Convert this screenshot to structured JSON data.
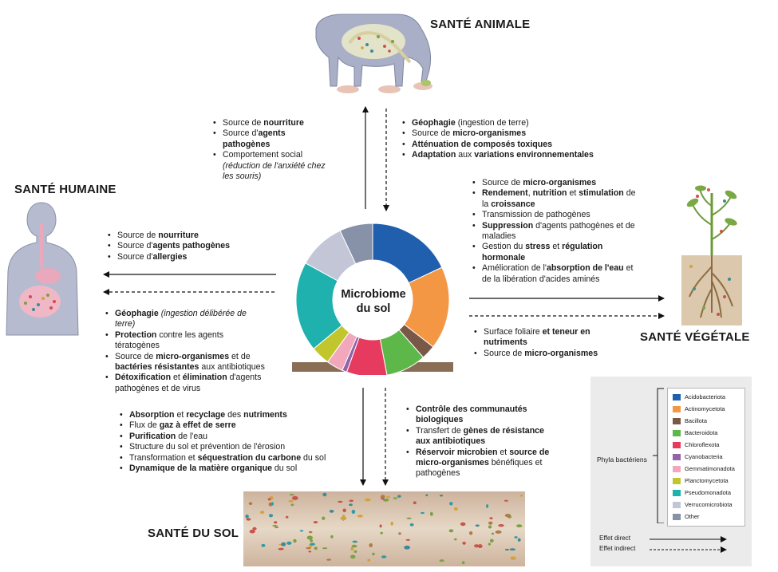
{
  "headings": {
    "animal": "SANTÉ ANIMALE",
    "human": "SANTÉ HUMAINE",
    "plant": "SANTÉ VÉGÉTALE",
    "soil": "SANTÉ DU SOL"
  },
  "center": {
    "line1": "Microbiome",
    "line2": "du sol"
  },
  "lists": {
    "animal_to_soil": [
      [
        {
          "t": "Source de "
        },
        {
          "t": "nourriture",
          "b": true
        }
      ],
      [
        {
          "t": "Source d'"
        },
        {
          "t": "agents",
          "b": true
        },
        {
          "br": true
        },
        {
          "t": "pathogènes",
          "b": true
        }
      ],
      [
        {
          "t": "Comportement social"
        },
        {
          "br": true
        },
        {
          "t": "(réduction de l'anxiété chez",
          "i": true
        },
        {
          "br": true
        },
        {
          "t": "les souris)",
          "i": true
        }
      ]
    ],
    "soil_to_animal": [
      [
        {
          "t": "Géophagie",
          "b": true
        },
        {
          "t": " (ingestion de terre)"
        }
      ],
      [
        {
          "t": "Source de "
        },
        {
          "t": "micro-organismes",
          "b": true
        }
      ],
      [
        {
          "t": "Atténuation de composés toxiques",
          "b": true
        }
      ],
      [
        {
          "t": "Adaptation",
          "b": true
        },
        {
          "t": " aux "
        },
        {
          "t": "variations environnementales",
          "b": true
        }
      ]
    ],
    "human_direct": [
      [
        {
          "t": "Source de "
        },
        {
          "t": "nourriture",
          "b": true
        }
      ],
      [
        {
          "t": "Source d'"
        },
        {
          "t": "agents pathogènes",
          "b": true
        }
      ],
      [
        {
          "t": "Source d'"
        },
        {
          "t": "allergies",
          "b": true
        }
      ]
    ],
    "human_indirect": [
      [
        {
          "t": "Géophagie",
          "b": true
        },
        {
          "t": " (ingestion délibérée de",
          "i": true
        },
        {
          "br": true
        },
        {
          "t": "terre)",
          "i": true
        }
      ],
      [
        {
          "t": "Protection",
          "b": true
        },
        {
          "t": " contre les agents"
        },
        {
          "br": true
        },
        {
          "t": "tératogènes"
        }
      ],
      [
        {
          "t": "Source de "
        },
        {
          "t": "micro-organismes",
          "b": true
        },
        {
          "t": " et de"
        },
        {
          "br": true
        },
        {
          "t": "bactéries résistantes",
          "b": true
        },
        {
          "t": " aux antibiotiques"
        }
      ],
      [
        {
          "t": "Détoxification",
          "b": true
        },
        {
          "t": " et "
        },
        {
          "t": "élimination",
          "b": true
        },
        {
          "t": " d'agents"
        },
        {
          "br": true
        },
        {
          "t": "pathogènes et de virus"
        }
      ]
    ],
    "plant_direct": [
      [
        {
          "t": "Source de "
        },
        {
          "t": "micro-organismes",
          "b": true
        }
      ],
      [
        {
          "t": "Rendement",
          "b": true
        },
        {
          "t": ", "
        },
        {
          "t": "nutrition",
          "b": true
        },
        {
          "t": " et "
        },
        {
          "t": "stimulation",
          "b": true
        },
        {
          "t": " de"
        },
        {
          "br": true
        },
        {
          "t": "la "
        },
        {
          "t": "croissance",
          "b": true
        }
      ],
      [
        {
          "t": "Transmission de pathogènes"
        }
      ],
      [
        {
          "t": "Suppression",
          "b": true
        },
        {
          "t": " d'agents pathogènes et de"
        },
        {
          "br": true
        },
        {
          "t": "maladies"
        }
      ],
      [
        {
          "t": "Gestion du "
        },
        {
          "t": "stress",
          "b": true
        },
        {
          "t": " et "
        },
        {
          "t": "régulation",
          "b": true
        },
        {
          "br": true
        },
        {
          "t": "hormonale",
          "b": true
        }
      ],
      [
        {
          "t": "Amélioration de l'"
        },
        {
          "t": "absorption de l'eau",
          "b": true
        },
        {
          "t": " et"
        },
        {
          "br": true
        },
        {
          "t": "de la libération d'acides aminés"
        }
      ]
    ],
    "plant_indirect": [
      [
        {
          "t": "Surface foliaire "
        },
        {
          "t": "et teneur en",
          "b": true
        },
        {
          "br": true
        },
        {
          "t": "nutriments",
          "b": true
        }
      ],
      [
        {
          "t": "Source de "
        },
        {
          "t": "micro-organismes",
          "b": true
        }
      ]
    ],
    "soil_direct": [
      [
        {
          "t": "Absorption",
          "b": true
        },
        {
          "t": " et "
        },
        {
          "t": "recyclage",
          "b": true
        },
        {
          "t": " des "
        },
        {
          "t": "nutriments",
          "b": true
        }
      ],
      [
        {
          "t": "Flux de "
        },
        {
          "t": "gaz à effet de serre",
          "b": true
        }
      ],
      [
        {
          "t": "Purification",
          "b": true
        },
        {
          "t": " de l'eau"
        }
      ],
      [
        {
          "t": "Structure du sol et prévention de l'érosion"
        }
      ],
      [
        {
          "t": "Transformation et "
        },
        {
          "t": "séquestration du carbone",
          "b": true
        },
        {
          "t": " du sol"
        }
      ],
      [
        {
          "t": "Dynamique de la matière organique",
          "b": true
        },
        {
          "t": " du sol"
        }
      ]
    ],
    "soil_indirect": [
      [
        {
          "t": "Contrôle des communautés",
          "b": true
        },
        {
          "br": true
        },
        {
          "t": "biologiques",
          "b": true
        }
      ],
      [
        {
          "t": "Transfert de "
        },
        {
          "t": "gènes de résistance",
          "b": true
        },
        {
          "br": true
        },
        {
          "t": "aux antibiotiques",
          "b": true
        }
      ],
      [
        {
          "t": "Réservoir microbien",
          "b": true
        },
        {
          "t": " et "
        },
        {
          "t": "source de",
          "b": true
        },
        {
          "br": true
        },
        {
          "t": "micro-organismes",
          "b": true
        },
        {
          "t": " bénéfiques et"
        },
        {
          "br": true
        },
        {
          "t": "pathogènes"
        }
      ]
    ]
  },
  "legend": {
    "group_label": "Phyla bactériens",
    "items": [
      {
        "label": "Acidobacteriota",
        "color": "#1f5fad"
      },
      {
        "label": "Actinomycetota",
        "color": "#f39745"
      },
      {
        "label": "Bacillota",
        "color": "#7a5848"
      },
      {
        "label": "Bacteroidota",
        "color": "#5db749"
      },
      {
        "label": "Chloroflexota",
        "color": "#e63a5e"
      },
      {
        "label": "Cyanobacteria",
        "color": "#9462a8"
      },
      {
        "label": "Gemmatimonadota",
        "color": "#f3a7bd"
      },
      {
        "label": "Planctomycetota",
        "color": "#c1c62c"
      },
      {
        "label": "Pseudomonadota",
        "color": "#1fb1ad"
      },
      {
        "label": "Verrucomicrobiota",
        "color": "#c3c6d6"
      },
      {
        "label": "Other",
        "color": "#8792a8"
      }
    ],
    "direct_label": "Effet direct",
    "indirect_label": "Effet indirect"
  },
  "donut_segments": [
    {
      "color": "#1f5fad",
      "fraction": 0.18
    },
    {
      "color": "#f39745",
      "fraction": 0.175
    },
    {
      "color": "#7a5848",
      "fraction": 0.03
    },
    {
      "color": "#5db749",
      "fraction": 0.085
    },
    {
      "color": "#e63a5e",
      "fraction": 0.085
    },
    {
      "color": "#9462a8",
      "fraction": 0.01
    },
    {
      "color": "#f3a7bd",
      "fraction": 0.035
    },
    {
      "color": "#c1c62c",
      "fraction": 0.04
    },
    {
      "color": "#1fb1ad",
      "fraction": 0.19
    },
    {
      "color": "#c3c6d6",
      "fraction": 0.1
    },
    {
      "color": "#8792a8",
      "fraction": 0.07
    }
  ]
}
